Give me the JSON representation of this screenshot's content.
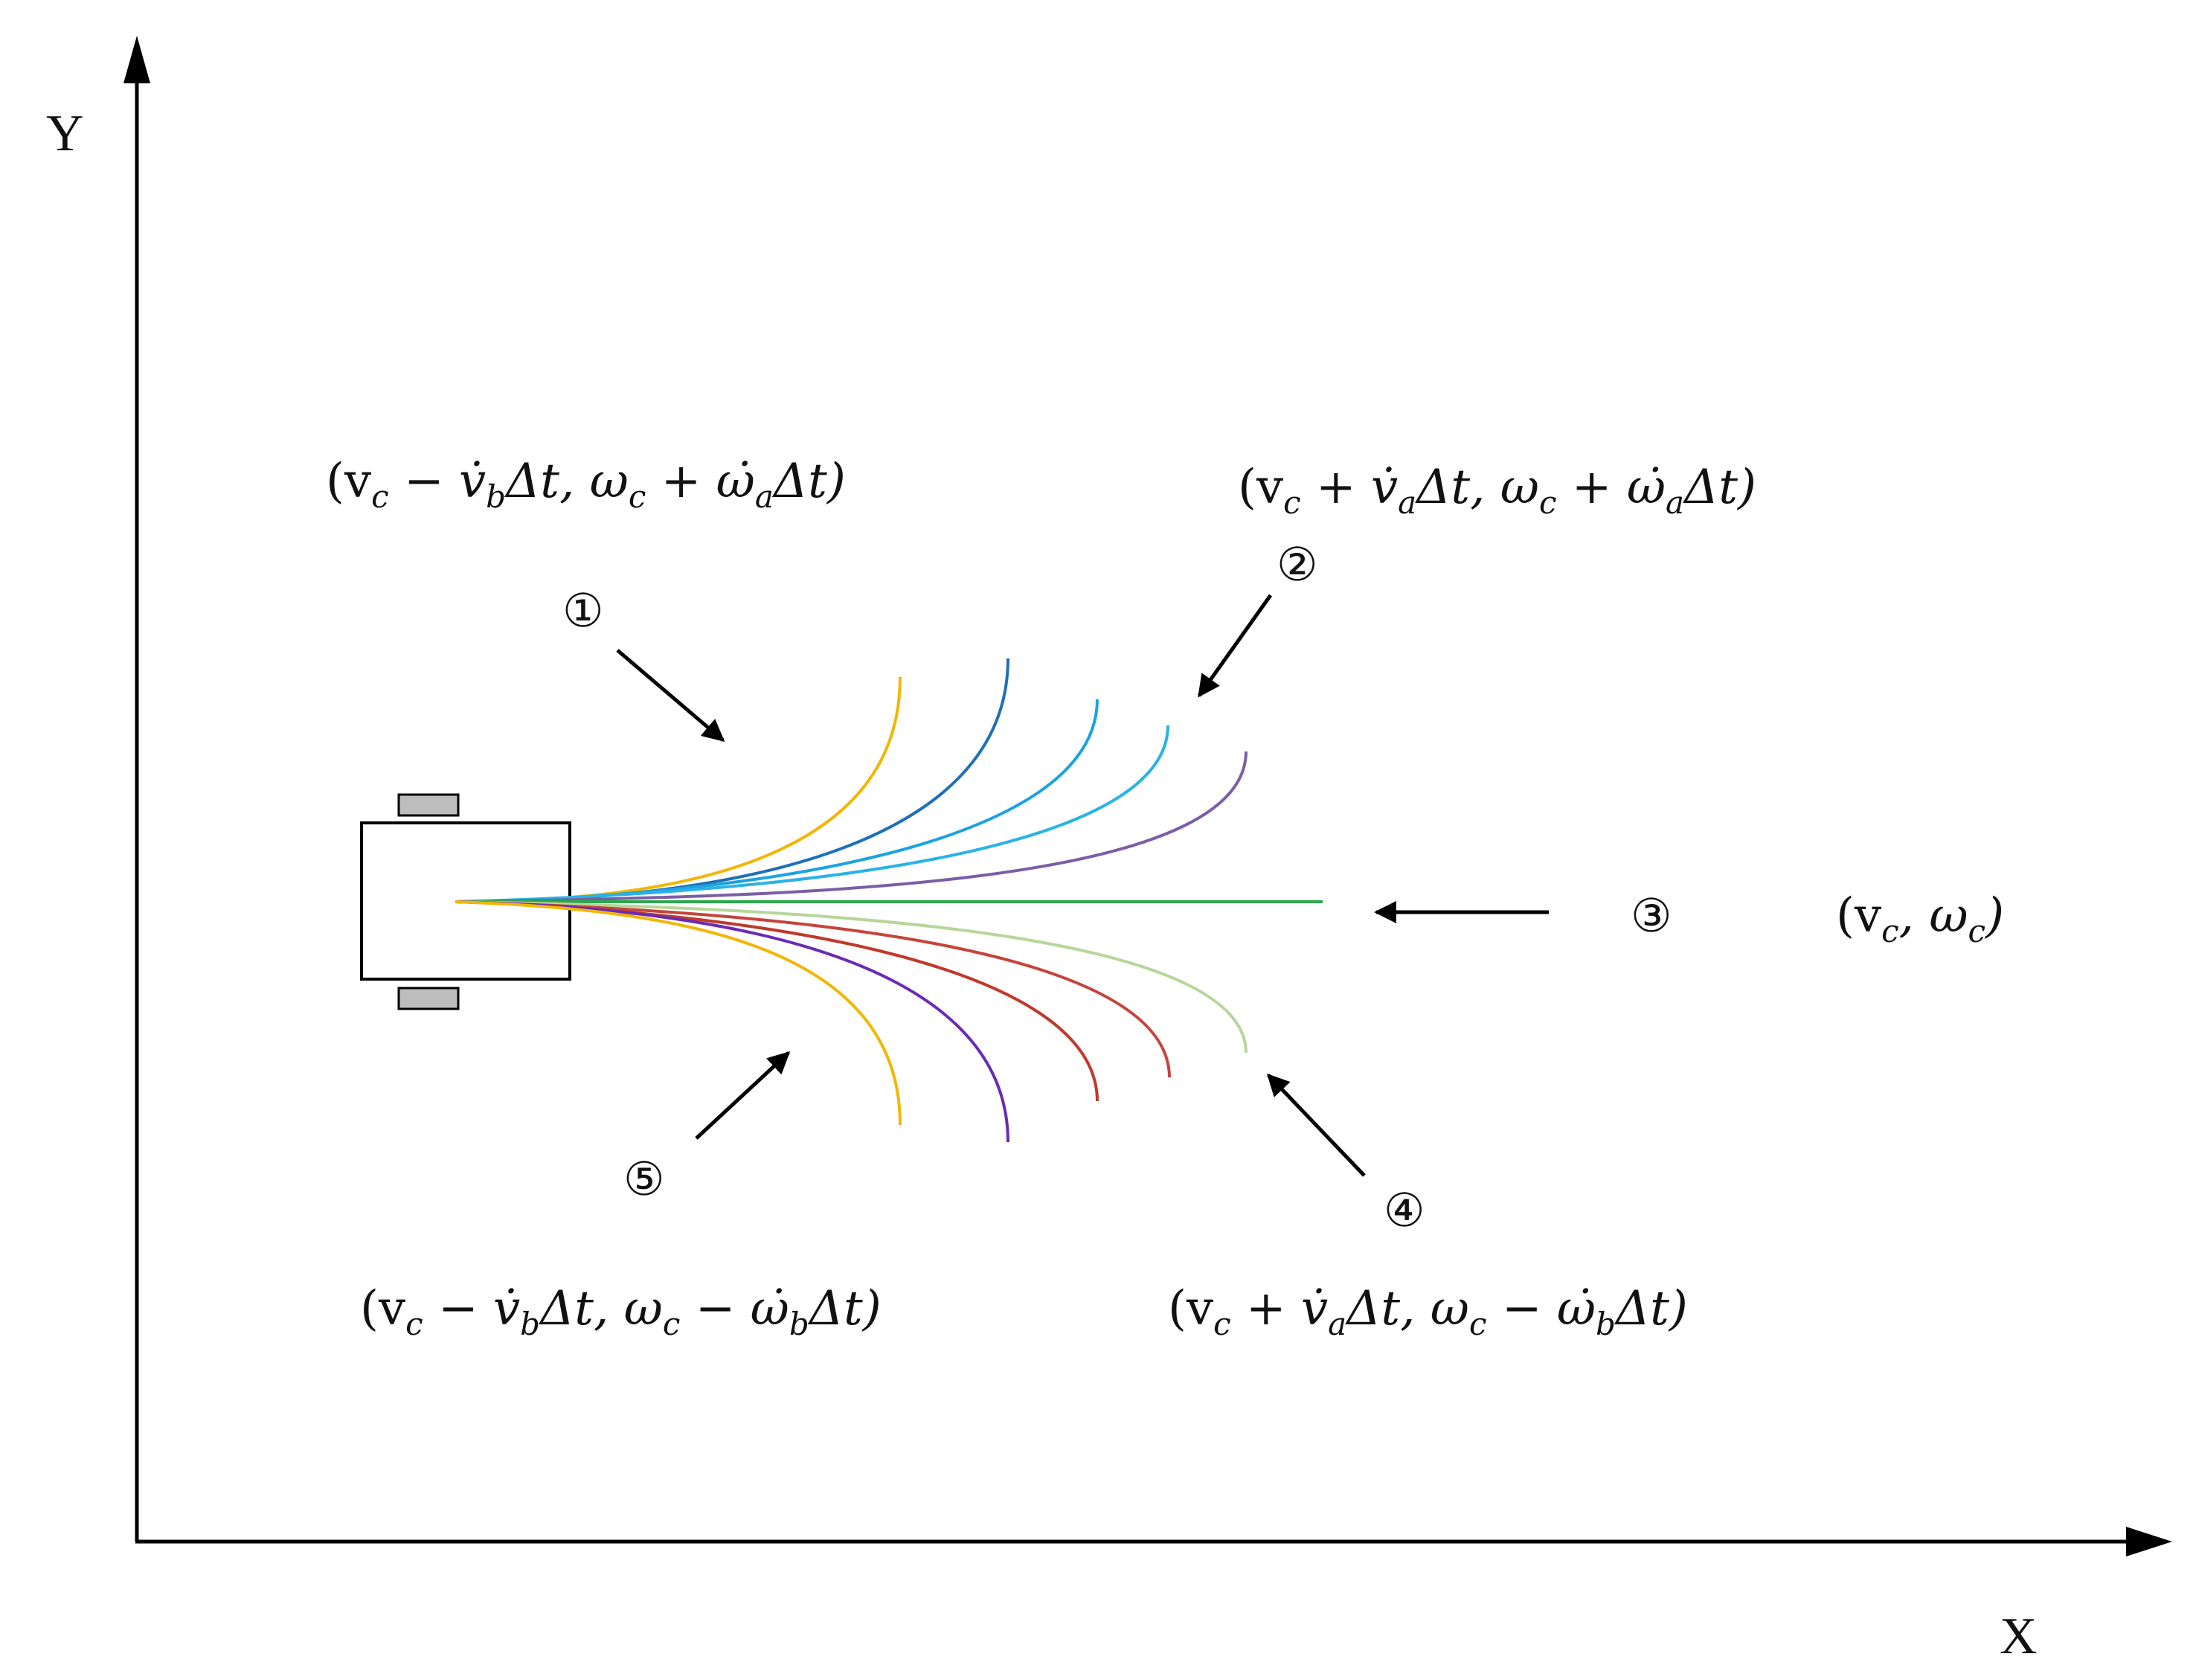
{
  "axes": {
    "x_label": "X",
    "y_label": "Y"
  },
  "markers": {
    "m1": "①",
    "m2": "②",
    "m3": "③",
    "m4": "④",
    "m5": "⑤"
  },
  "formulas": {
    "top_left": {
      "a": "(v",
      "b": "c",
      "c": " − v̇",
      "d": "b",
      "e": "Δt, ω",
      "f": "c",
      "g": " + ω̇",
      "h": "a",
      "i": "Δt)"
    },
    "top_right": {
      "a": "(v",
      "b": "c",
      "c": " + v̇",
      "d": "a",
      "e": "Δt, ω",
      "f": "c",
      "g": " + ω̇",
      "h": "a",
      "i": "Δt)"
    },
    "middle": {
      "a": "(v",
      "b": "c",
      "c": ", ω",
      "d": "c",
      "e": ")"
    },
    "bottom_left": {
      "a": "(v",
      "b": "c",
      "c": " − v̇",
      "d": "b",
      "e": "Δt, ω",
      "f": "c",
      "g": " − ω̇",
      "h": "b",
      "i": "Δt)"
    },
    "bottom_right": {
      "a": "(v",
      "b": "c",
      "c": " + v̇",
      "d": "a",
      "e": "Δt, ω",
      "f": "c",
      "g": " − ω̇",
      "h": "b",
      "i": "Δt)"
    }
  },
  "trajectory_colors": [
    "#f2b705",
    "#1f6fb8",
    "#1ba3e0",
    "#29b3e6",
    "#7b5ea7",
    "#2aa84a",
    "#b7d69a",
    "#c6443a",
    "#c0392b",
    "#6a2bb5",
    "#f2b705"
  ]
}
